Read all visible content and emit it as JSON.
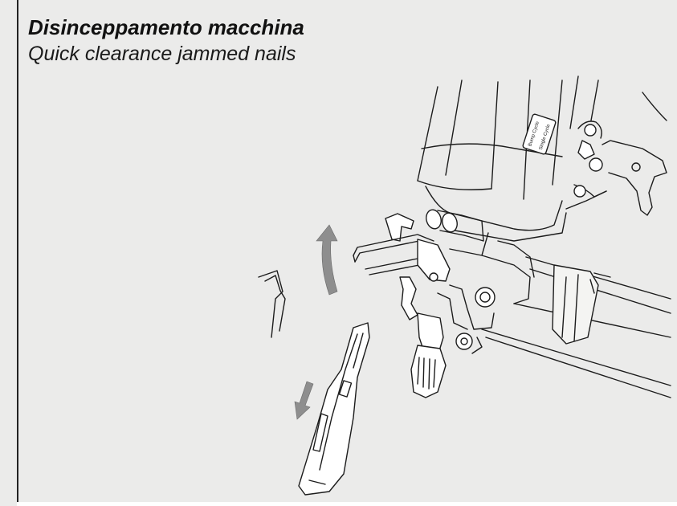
{
  "header": {
    "title": "Disinceppamento macchina",
    "subtitle": "Quick clearance jammed nails"
  },
  "illustration": {
    "label_top": "Bump Cycle",
    "label_bottom": "Single Cycle"
  }
}
